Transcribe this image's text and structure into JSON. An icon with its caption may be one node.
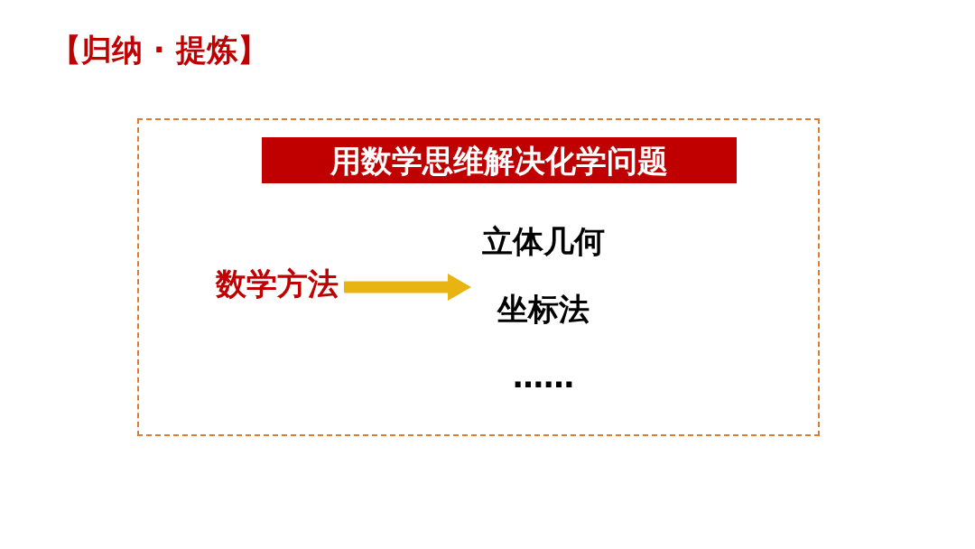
{
  "diagram": {
    "title": "【归纳 · 提炼】",
    "nodes": [
      {
        "text": [],
        "shape": "box"
      },
      {
        "text": [
          "用数学思维解决化学问题"
        ],
        "in": 0
      },
      {
        "text": [
          "数学方法"
        ],
        "in": 0
      },
      {
        "text": [
          "立体几何",
          "坐标法",
          "……"
        ],
        "in": 0
      }
    ],
    "edges": [
      {
        "from": 2,
        "to": 3,
        "arrow": "to"
      }
    ]
  }
}
